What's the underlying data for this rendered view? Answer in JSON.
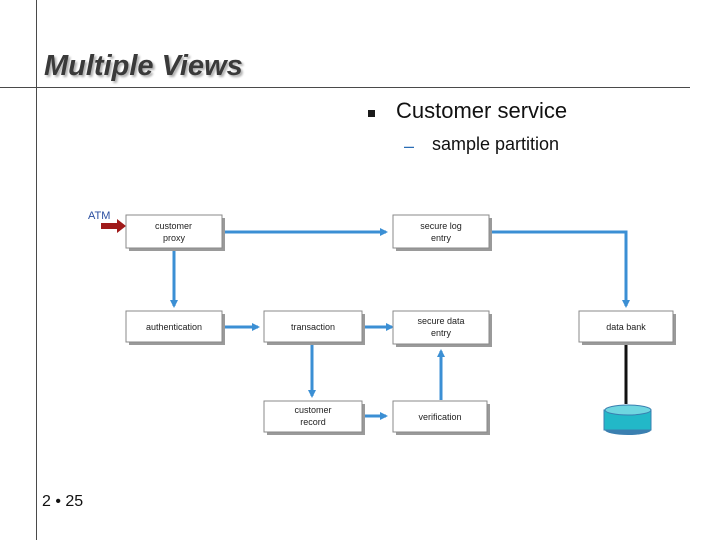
{
  "slide": {
    "title": "Multiple Views",
    "bullet": "Customer service",
    "sub_dash": "–",
    "sub_bullet": "sample partition",
    "page_number": "2 • 25"
  },
  "diagram": {
    "atm_label": "ATM",
    "nodes": {
      "customer_proxy": [
        "customer",
        "proxy"
      ],
      "secure_log_entry": [
        "secure log",
        "entry"
      ],
      "authentication": [
        "authentication"
      ],
      "transaction": [
        "transaction"
      ],
      "secure_data_entry": [
        "secure data",
        "entry"
      ],
      "data_bank": [
        "data bank"
      ],
      "customer_record": [
        "customer",
        "record"
      ],
      "verification": [
        "verification"
      ]
    }
  },
  "colors": {
    "connector": "#3b8fd4",
    "db_fill": "#22b8c8",
    "atm_arrow": "#a01a1a"
  }
}
